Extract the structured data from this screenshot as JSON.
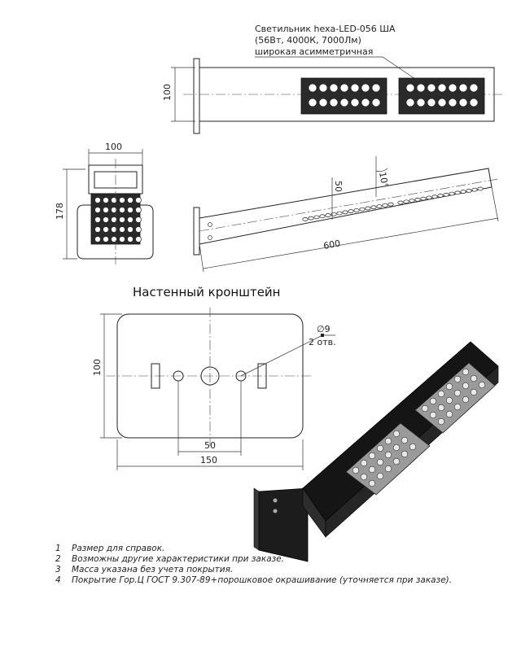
{
  "callout": {
    "line1": "Светильник hexa-LED-056 ША",
    "line2": "(56Вт, 4000К, 7000Лм)",
    "line3": "широкая асимметричная"
  },
  "top_view": {
    "dim_height": "100"
  },
  "side_view": {
    "dim_width": "100",
    "dim_height": "178"
  },
  "front_view": {
    "dim_length": "600",
    "dim_offset": "50",
    "dim_angle": "10°"
  },
  "bracket": {
    "title": "Настенный кронштейн",
    "dim_hole": "∅9",
    "dim_hole_count": "2 отв.",
    "dim_height": "100",
    "dim_spacing": "50",
    "dim_width": "150"
  },
  "notes": [
    {
      "num": "1",
      "text": "Размер для справок."
    },
    {
      "num": "2",
      "text": "Возможны другие характеристики при заказе."
    },
    {
      "num": "3",
      "text": "Масса указана без учета покрытия."
    },
    {
      "num": "4",
      "text": "Покрытие Гор.Ц ГОСТ 9.307-89+порошковое окрашивание (уточняется при заказе)."
    }
  ]
}
